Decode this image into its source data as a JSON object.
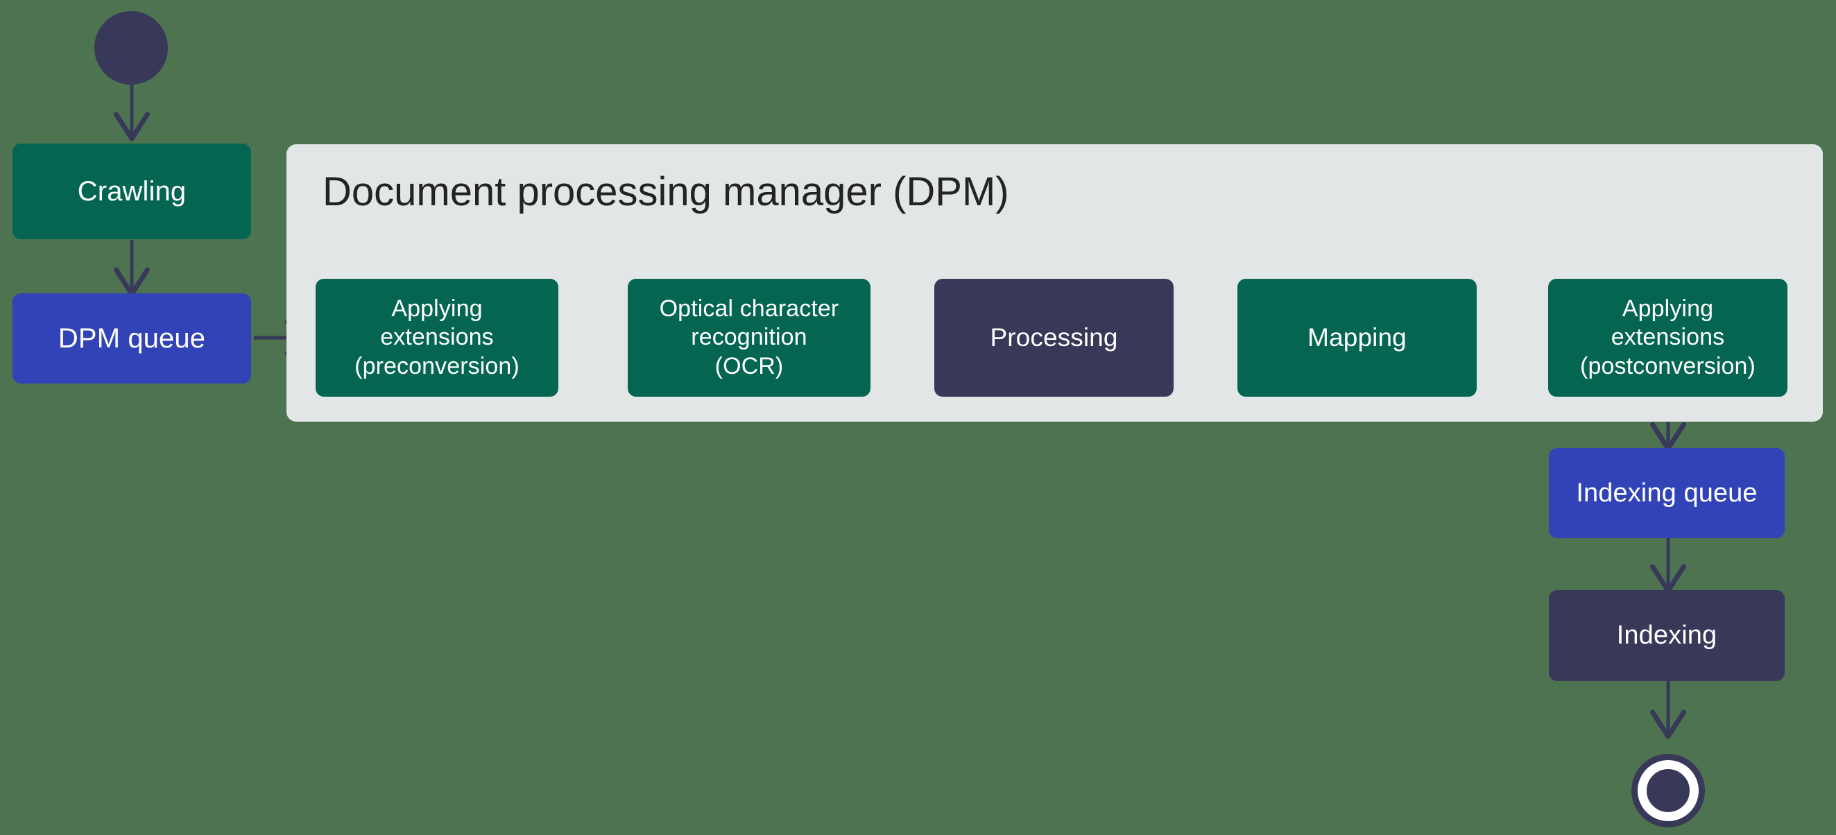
{
  "diagram": {
    "title": "Document processing manager (DPM)",
    "background_color": "#4d7351",
    "palette": {
      "green": "#046650",
      "blue": "#3143b7",
      "navy": "#383859",
      "panel": "#e2e6e7",
      "edge": "#383859",
      "node_text": "#ffffff",
      "title_text": "#232323"
    },
    "start_node": {
      "name": "start-event"
    },
    "end_node": {
      "name": "end-event"
    },
    "nodes": [
      {
        "id": "crawling",
        "label": "Crawling",
        "color": "green"
      },
      {
        "id": "dpm-queue",
        "label": "DPM queue",
        "color": "blue"
      },
      {
        "id": "preconversion",
        "label": "Applying\nextensions\n(preconversion)",
        "color": "green"
      },
      {
        "id": "ocr",
        "label": "Optical character\nrecognition\n(OCR)",
        "color": "green"
      },
      {
        "id": "processing",
        "label": "Processing",
        "color": "navy"
      },
      {
        "id": "mapping",
        "label": "Mapping",
        "color": "green"
      },
      {
        "id": "postconversion",
        "label": "Applying\nextensions\n(postconversion)",
        "color": "green"
      },
      {
        "id": "indexing-queue",
        "label": "Indexing queue",
        "color": "blue"
      },
      {
        "id": "indexing",
        "label": "Indexing",
        "color": "navy"
      }
    ],
    "edges": [
      {
        "from": "start-event",
        "to": "crawling"
      },
      {
        "from": "crawling",
        "to": "dpm-queue"
      },
      {
        "from": "dpm-queue",
        "to": "preconversion"
      },
      {
        "from": "preconversion",
        "to": "ocr"
      },
      {
        "from": "ocr",
        "to": "processing"
      },
      {
        "from": "processing",
        "to": "mapping"
      },
      {
        "from": "mapping",
        "to": "postconversion"
      },
      {
        "from": "postconversion",
        "to": "indexing-queue"
      },
      {
        "from": "indexing-queue",
        "to": "indexing"
      },
      {
        "from": "indexing",
        "to": "end-event"
      }
    ]
  }
}
